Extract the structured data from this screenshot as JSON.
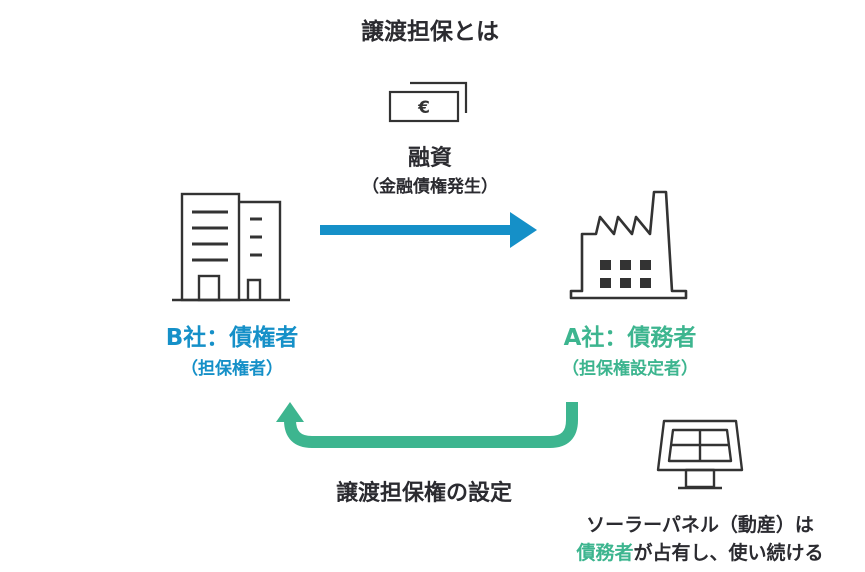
{
  "title": "譲渡担保とは",
  "colors": {
    "creditor_blue": "#1590c8",
    "debtor_green": "#3db58f",
    "text_dark": "#2b2b30",
    "icon_stroke": "#333333"
  },
  "loan": {
    "icon": "euro-banknote-icon",
    "currency_symbol": "€",
    "label": "融資",
    "sublabel": "（金融債権発生）",
    "arrow_direction": "B社 → A社"
  },
  "creditor": {
    "icon": "office-building-icon",
    "label": "B社：債権者",
    "sublabel": "（担保権者）"
  },
  "debtor": {
    "icon": "factory-icon",
    "label": "A社：債務者",
    "sublabel": "（担保権設定者）"
  },
  "transfer": {
    "label": "譲渡担保権の設定",
    "arrow_direction": "A社 → B社"
  },
  "collateral": {
    "icon": "solar-panel-icon",
    "line1": "ソーラーパネル（動産）は",
    "line2_highlight": "債務者",
    "line2_rest": "が占有し、使い続ける"
  }
}
